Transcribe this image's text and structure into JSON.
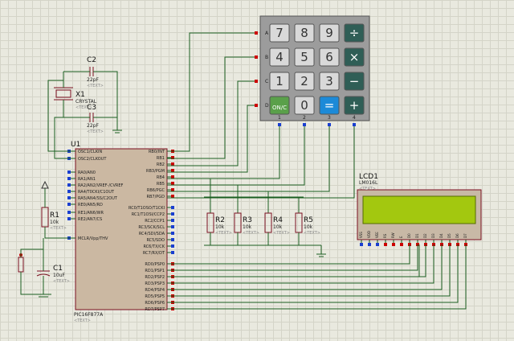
{
  "mcu": {
    "ref": "U1",
    "part": "PIC16F877A",
    "text": "<TEXT>",
    "left_pins": [
      "OSC1/CLKIN",
      "OSC2/CLKOUT",
      "RA0/AN0",
      "RA1/AN1",
      "RA2/AN2/VREF-/CVREF",
      "RA4/T0CKI/C1OUT",
      "RA5/AN4/SS/C2OUT",
      "RE0/AN5/RD",
      "RE1/AN6/WR",
      "RE2/AN7/CS",
      "MCLR/Vpp/THV"
    ],
    "right_pins": [
      "RB0/INT",
      "RB1",
      "RB2",
      "RB3/PGM",
      "RB4",
      "RB5",
      "RB6/PGC",
      "RB7/PGD",
      "RC0/T1OSO/T1CKI",
      "RC1/T1OSI/CCP2",
      "RC2/CCP1",
      "RC3/SCK/SCL",
      "RC4/SDI/SDA",
      "RC5/SDO",
      "RC6/TX/CK",
      "RC7/RX/DT",
      "RD0/PSP0",
      "RD1/PSP1",
      "RD2/PSP2",
      "RD3/PSP3",
      "RD4/PSP4",
      "RD5/PSP5",
      "RD6/PSP6",
      "RD7/PSP7"
    ]
  },
  "crystal": {
    "ref": "X1",
    "part": "CRYSTAL",
    "text": "<TEXT>"
  },
  "c2": {
    "ref": "C2",
    "value": "22pF",
    "text": "<TEXT>"
  },
  "c3": {
    "ref": "C3",
    "value": "22pF",
    "text": "<TEXT>"
  },
  "c1": {
    "ref": "C1",
    "value": "10uF",
    "text": "<TEXT>"
  },
  "r1": {
    "ref": "R1",
    "value": "10k",
    "text": "<TEXT>"
  },
  "resistors": [
    {
      "ref": "R2",
      "value": "10k",
      "text": "<TEXT>"
    },
    {
      "ref": "R3",
      "value": "10k",
      "text": "<TEXT>"
    },
    {
      "ref": "R4",
      "value": "10k",
      "text": "<TEXT>"
    },
    {
      "ref": "R5",
      "value": "10k",
      "text": "<TEXT>"
    }
  ],
  "lcd": {
    "ref": "LCD1",
    "part": "LM016L",
    "text": "<TEXT>",
    "pins": [
      "VSS",
      "VDD",
      "VEE",
      "RS",
      "RW",
      "E",
      "D0",
      "D1",
      "D2",
      "D3",
      "D4",
      "D5",
      "D6",
      "D7"
    ]
  },
  "keypad": {
    "row_labels": [
      "A",
      "B",
      "C",
      "D"
    ],
    "col_labels": [
      "1",
      "2",
      "3",
      "4"
    ],
    "keys": [
      [
        "7",
        "8",
        "9",
        "÷"
      ],
      [
        "4",
        "5",
        "6",
        "×"
      ],
      [
        "1",
        "2",
        "3",
        "−"
      ],
      [
        "ON/C",
        "0",
        "=",
        "+"
      ]
    ]
  },
  "colors": {
    "lcd_screen": "#a3c80f",
    "key_teal": "#2f5e56",
    "key_green": "#5aa04a",
    "key_blue": "#1c8ad8",
    "wire": "#1b5e20",
    "part_outline": "#7a1020"
  }
}
